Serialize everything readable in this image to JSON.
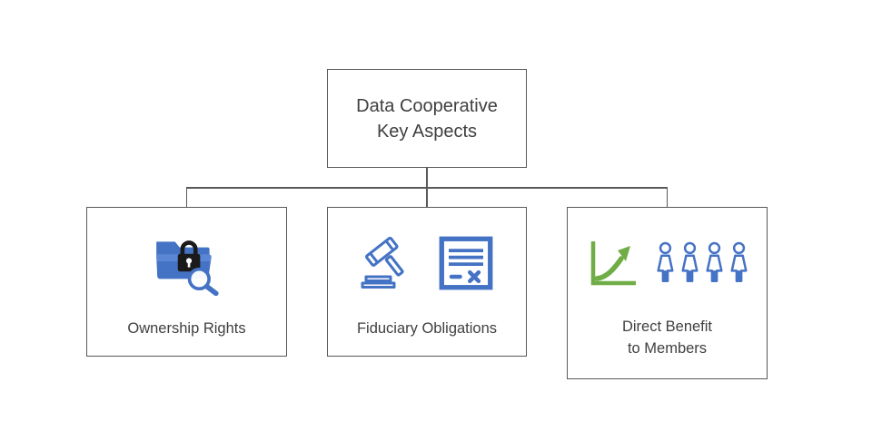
{
  "diagram": {
    "title": "Data Cooperative\nKey Aspects",
    "nodes": {
      "ownership": {
        "label": "Ownership Rights"
      },
      "fiduciary": {
        "label": "Fiduciary Obligations"
      },
      "benefit": {
        "label": "Direct Benefit\nto Members"
      }
    },
    "icons": {
      "ownership": "folder-lock-search-icon",
      "fiduciary": [
        "gavel-icon",
        "document-vote-icon"
      ],
      "benefit": [
        "growth-chart-icon",
        "members-group-icon"
      ]
    },
    "colors": {
      "connector_line": "#595959",
      "box_border": "#595959",
      "text": "#404040",
      "accent_blue": "#4472C4",
      "accent_green": "#70AD47",
      "lock_black": "#1A1A1A",
      "background": "#FFFFFF"
    }
  }
}
